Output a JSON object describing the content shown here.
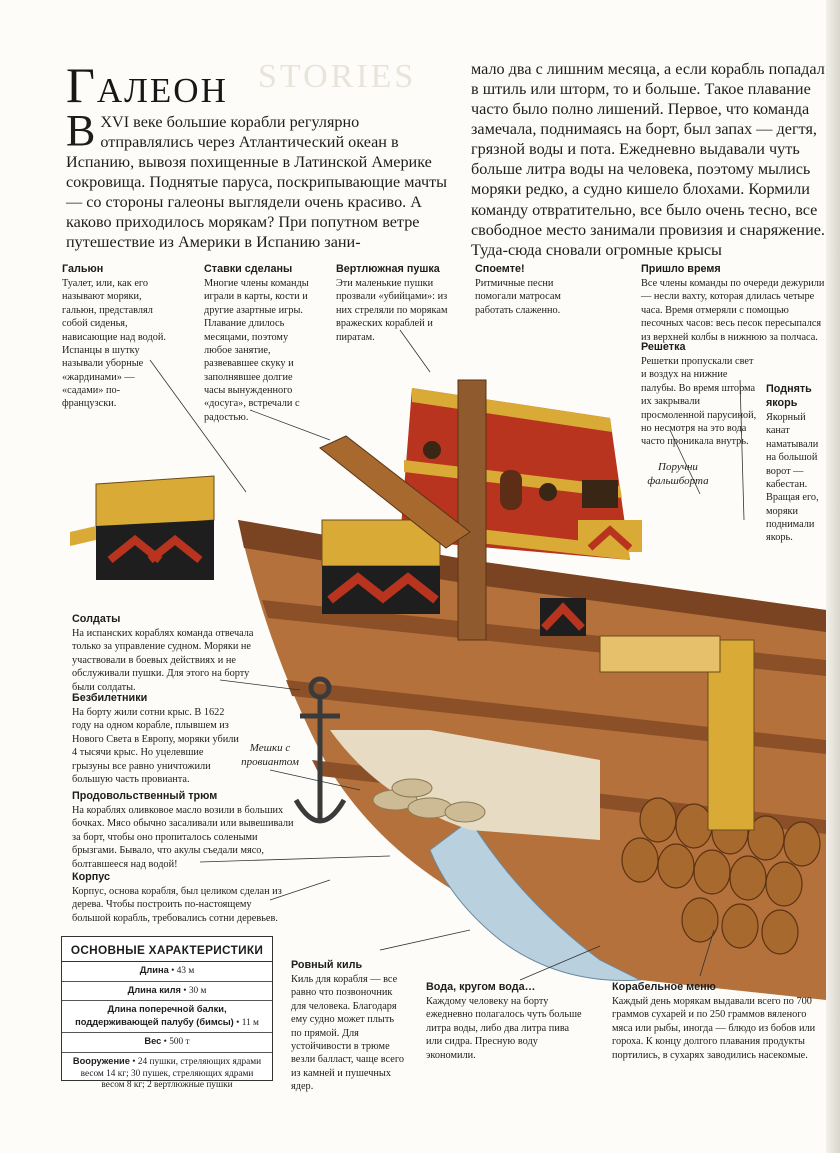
{
  "title": "Галеон",
  "title_ghost": "STORIES",
  "intro": {
    "drop_cap": "В",
    "left": "XVI веке большие корабли регулярно отправлялись через Атлантический океан в Испанию, вывозя похищенные в Латинской Америке сокровища. Поднятые паруса, поскрипывающие мачты — со стороны галеоны выглядели очень красиво. А каково приходилось морякам? При попутном ветре путешествие из Америки в Испанию зани-",
    "right": "мало два с лишним месяца, а если корабль попадал в штиль или шторм, то и больше. Такое плавание часто было полно лишений. Первое, что команда замечала, поднимаясь на борт, был запах — дегтя, грязной воды и пота. Ежедневно выдавали чуть больше литра воды на человека, поэтому мылись моряки редко, а судно кишело блохами. Кормили команду отвратительно, все было очень тесно, все свободное место занимали провизия и снаряжение. Туда-сюда сновали огромные крысы"
  },
  "annotations": {
    "galyun": {
      "heading": "Гальюн",
      "body": "Туалет, или, как его называют моряки, гальюн, представлял собой сиденья, нависающие над водой. Испанцы в шутку называли уборные «жардинами» — «садами» по-французски."
    },
    "stavki": {
      "heading": "Ставки сделаны",
      "body": "Многие члены команды играли в карты, кости и другие азартные игры. Плавание длилось месяцами, поэтому любое занятие, развевавшее скуку и заполнявшее долгие часы вынужденного «досуга», встречали с радостью."
    },
    "vertlyuzhnaya": {
      "heading": "Вертлюжная пушка",
      "body": "Эти маленькие пушки прозвали «убийцами»: из них стреляли по морякам вражеских кораблей и пиратам."
    },
    "spoemte": {
      "heading": "Споемте!",
      "body": "Ритмичные песни помогали матросам работать слаженно."
    },
    "vremya": {
      "heading": "Пришло время",
      "body": "Все члены команды по очереди дежурили — несли вахту, которая длилась четыре часа. Время отмеряли с помощью песочных часов: весь песок пересыпался из верхней колбы в нижнюю за полчаса."
    },
    "reshetka": {
      "heading": "Решетка",
      "body": "Решетки пропускали свет и воздух на нижние палубы. Во время шторма их закрывали просмоленной парусиной, но несмотря на это вода часто проникала внутрь."
    },
    "yakor": {
      "heading": "Поднять якорь",
      "body": "Якорный канат наматывали на большой ворот — кабестан. Вращая его, моряки поднимали якорь."
    },
    "soldaty": {
      "heading": "Солдаты",
      "body": "На испанских кораблях команда отвечала только за управление судном. Моряки не участвовали в боевых действиях и не обслуживали пушки. Для этого на борту были солдаты."
    },
    "bezbiletniki": {
      "heading": "Безбилетники",
      "body": "На борту жили сотни крыс. В 1622 году на одном корабле, плывшем из Нового Света в Европу, моряки убили 4 тысячи крыс. Но уцелевшие грызуны все равно уничтожили большую часть провианта."
    },
    "tryum": {
      "heading": "Продовольственный трюм",
      "body": "На кораблях оливковое масло возили в больших бочках. Мясо обычно засаливали или вывешивали за борт, чтобы оно пропиталось солеными брызгами. Бывало, что акулы съедали мясо, болтавшееся над водой!"
    },
    "korpus": {
      "heading": "Корпус",
      "body": "Корпус, основа корабля, был целиком сделан из дерева. Чтобы построить по-настоящему большой корабль, требовались сотни деревьев."
    },
    "kil": {
      "heading": "Ровный киль",
      "body": "Киль для корабля — все равно что позвоночник для человека. Благодаря ему судно может плыть по прямой. Для устойчивости в трюме везли балласт, чаще всего из камней и пушечных ядер."
    },
    "voda": {
      "heading": "Вода, кругом вода…",
      "body": "Каждому человеку на борту ежедневно полагалось чуть больше литра воды, либо два литра пива или сидра. Пресную воду экономили."
    },
    "menu": {
      "heading": "Корабельное меню",
      "body": "Каждый день морякам выдавали всего по 700 граммов сухарей и по 250 граммов вяленого мяса или рыбы, иногда — блюдо из бобов или гороха. К концу долгого плавания продукты портились, в сухарях заводились насекомые."
    }
  },
  "labels": {
    "poruchni": "Поручни фальшборта",
    "meshki": "Мешки с провиантом"
  },
  "specs": {
    "title": "ОСНОВНЫЕ ХАРАКТЕРИСТИКИ",
    "rows": [
      {
        "label": "Длина",
        "value": "43 м"
      },
      {
        "label": "Длина киля",
        "value": "30 м"
      },
      {
        "label": "Длина поперечной балки, поддерживающей палубу (бимсы)",
        "value": "11 м"
      },
      {
        "label": "Вес",
        "value": "500 т"
      },
      {
        "label": "Вооружение",
        "value": "24 пушки, стреляющих ядрами весом 14 кг; 30 пушек, стреляющих ядрами весом 8 кг; 2 вертлюжные пушки"
      }
    ]
  },
  "colors": {
    "hull_wood": "#b4713b",
    "hull_dark": "#7a4422",
    "hull_red": "#b8341f",
    "gold": "#d9aa35",
    "hold": "#e7dcc3",
    "keel_blue": "#b9d0df"
  }
}
